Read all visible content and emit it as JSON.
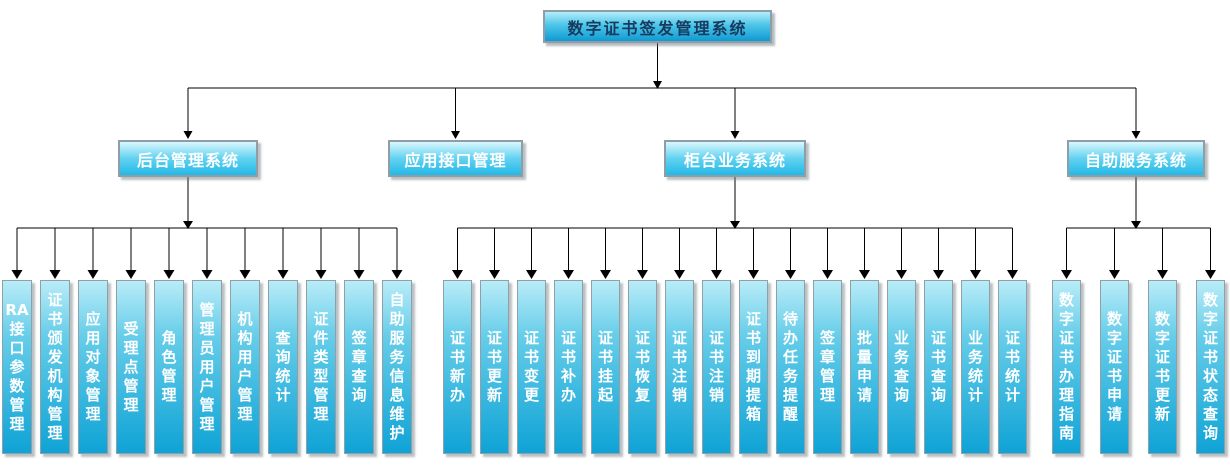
{
  "root": {
    "label": "数字证书签发管理系统"
  },
  "groups": [
    {
      "label": "后台管理系统",
      "leaves": [
        "RA接口参数管理",
        "证书颁发机构管理",
        "应用对象管理",
        "受理点管理",
        "角色管理",
        "管理员用户管理",
        "机构用户管理",
        "查询统计",
        "证件类型管理",
        "签章查询",
        "自助服务信息维护"
      ]
    },
    {
      "label": "应用接口管理",
      "leaves": []
    },
    {
      "label": "柜台业务系统",
      "leaves": [
        "证书新办",
        "证书更新",
        "证书变更",
        "证书补办",
        "证书挂起",
        "证书恢复",
        "证书注销",
        "证书注销",
        "证书到期提箱",
        "待办任务提醒",
        "签章管理",
        "批量申请",
        "业务查询",
        "证书查询",
        "业务统计",
        "证书统计"
      ]
    },
    {
      "label": "自助服务系统",
      "leaves": [
        "数字证书办理指南",
        "数字证书申请",
        "数字证书更新",
        "数字证书状态查询"
      ]
    }
  ],
  "colors": {
    "node_gradient_top": "#b3edfa",
    "node_gradient_bottom": "#0f9ad2",
    "group_gradient_top": "#d9f7fd",
    "group_gradient_bottom": "#23b9e8",
    "leaf_gradient_top": "#b9ecf8",
    "leaf_gradient_bottom": "#0fa3d6",
    "root_text": "#173a5e",
    "node_text": "#ffffff",
    "border": "#8f9ea6",
    "connector": "#000000"
  }
}
